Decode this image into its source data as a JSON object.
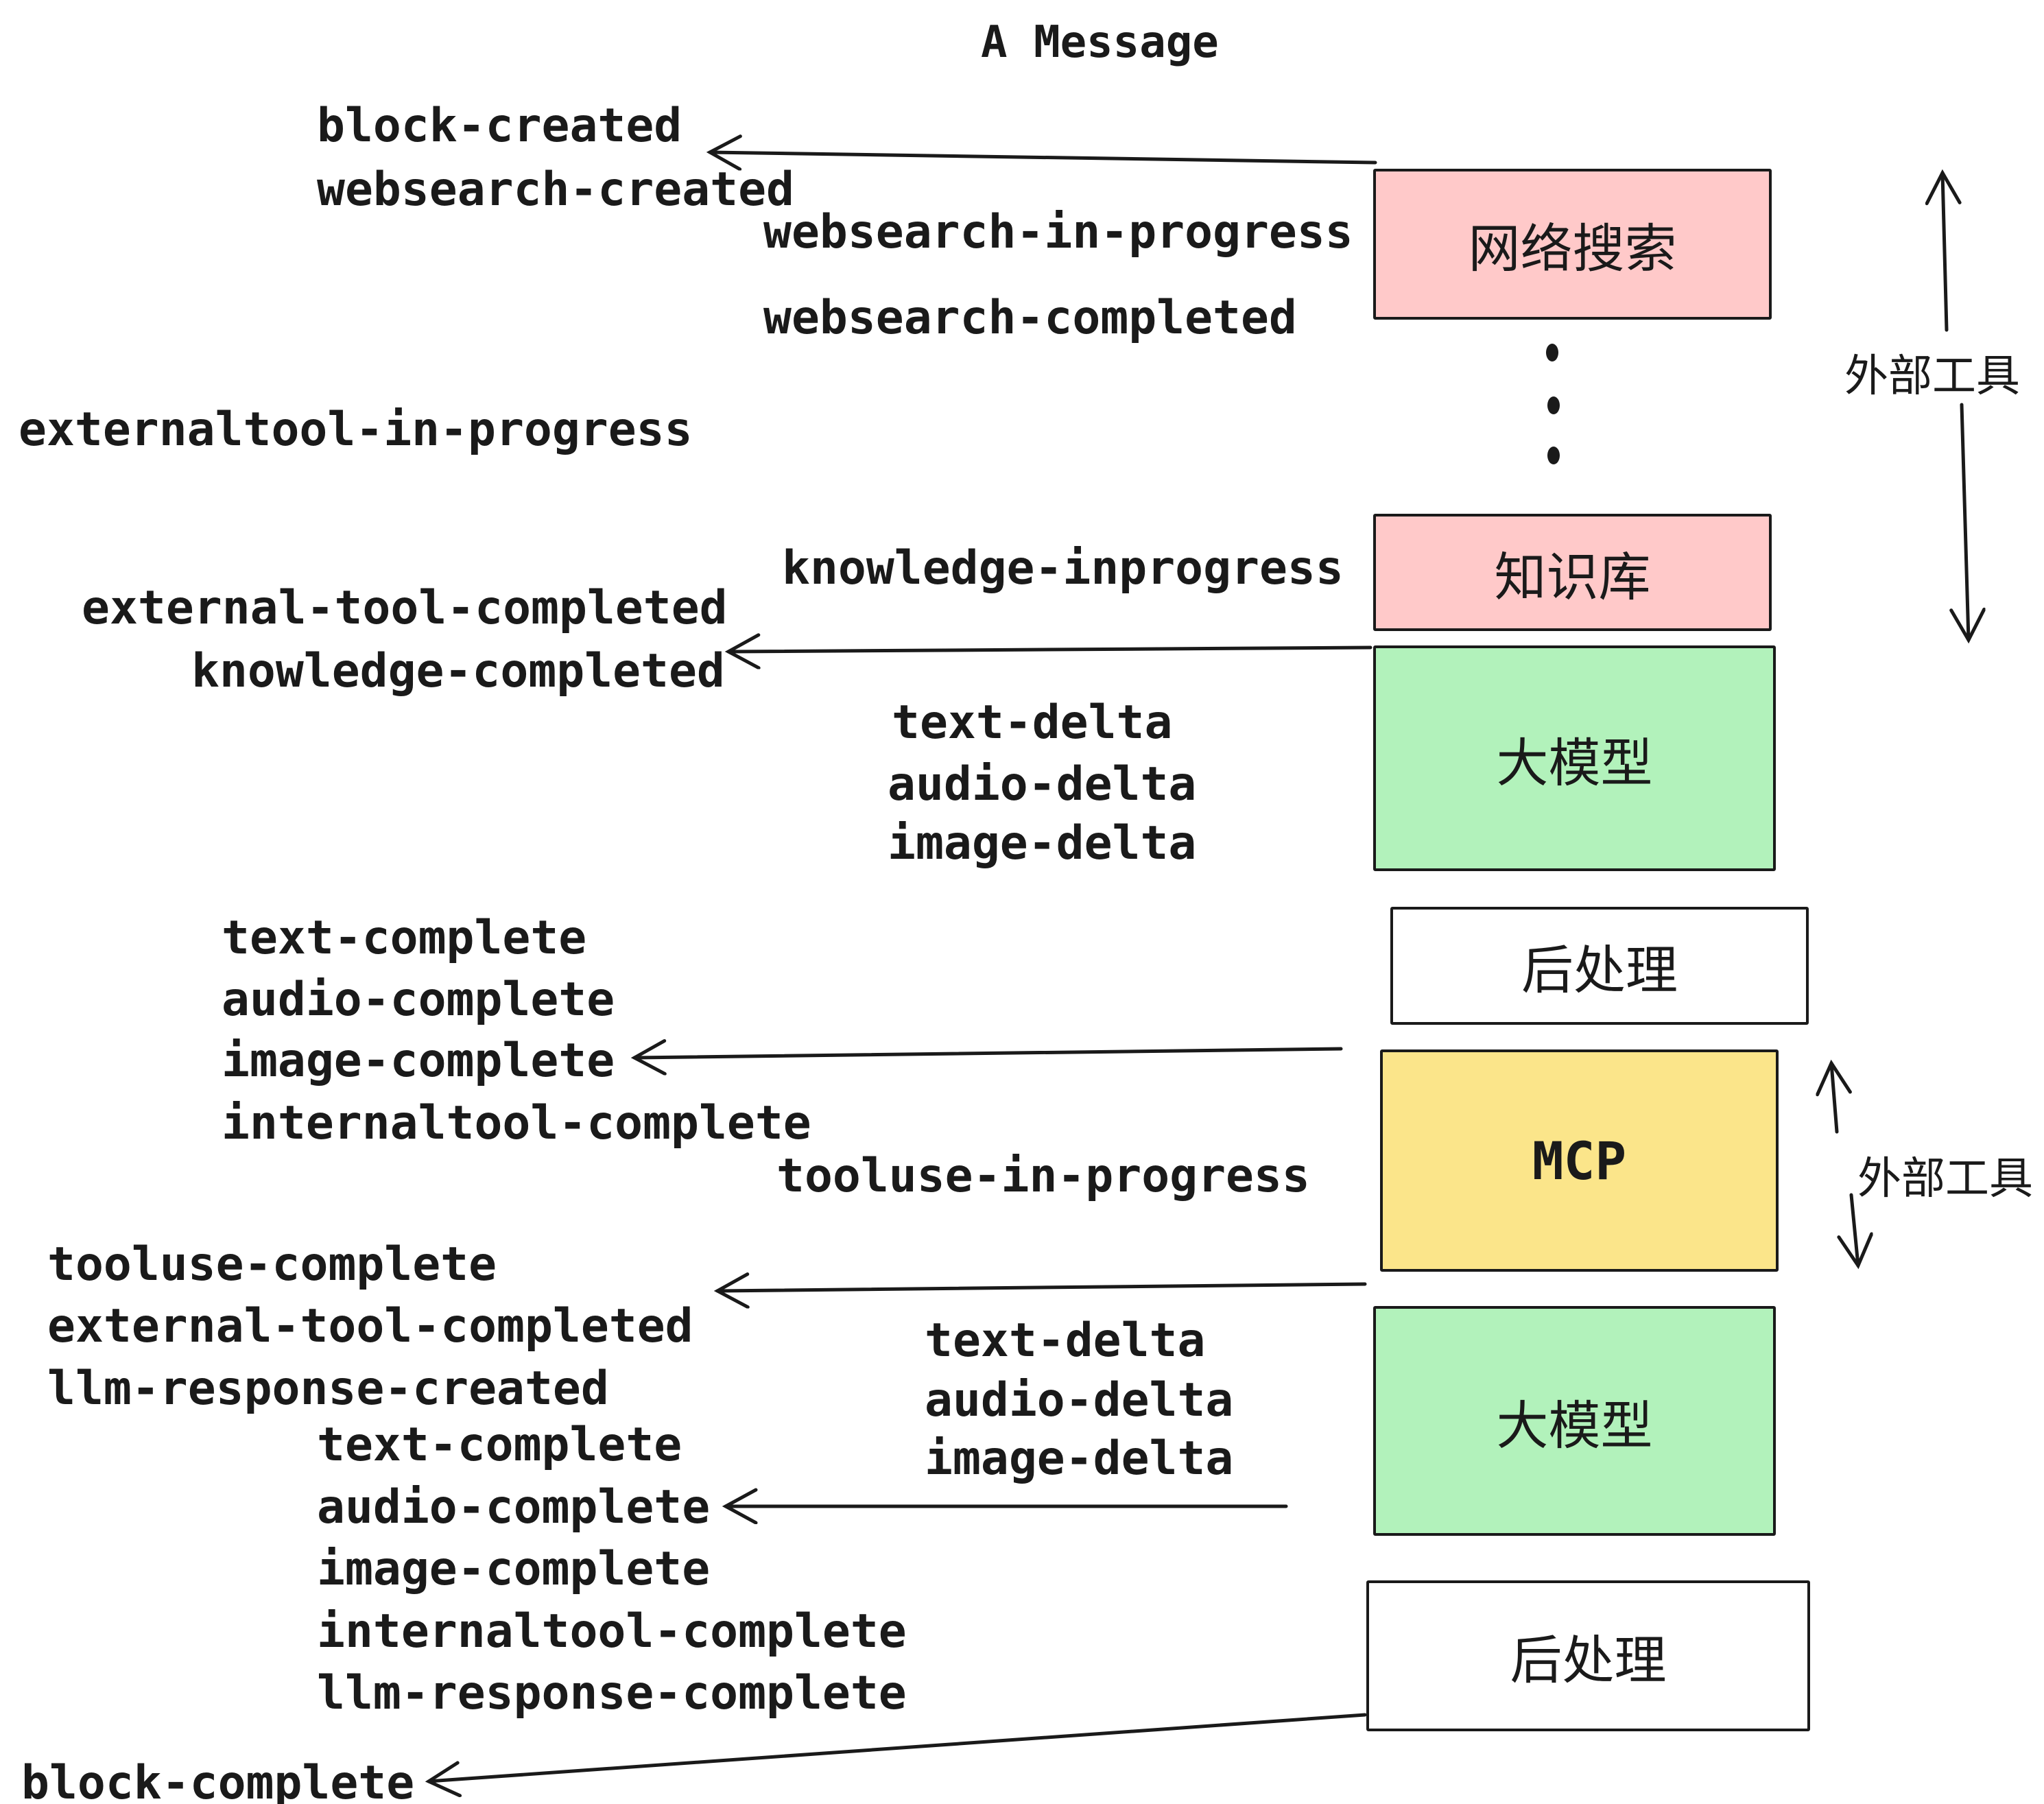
{
  "title": "A Message",
  "labels": [
    {
      "text": "block-created"
    },
    {
      "text": "websearch-created"
    },
    {
      "text": "websearch-in-progress"
    },
    {
      "text": "websearch-completed"
    },
    {
      "text": "externaltool-in-progress"
    },
    {
      "text": "knowledge-inprogress"
    },
    {
      "text": "external-tool-completed"
    },
    {
      "text": "knowledge-completed"
    },
    {
      "text": "text-delta"
    },
    {
      "text": "audio-delta"
    },
    {
      "text": "image-delta"
    },
    {
      "text": "text-complete"
    },
    {
      "text": "audio-complete"
    },
    {
      "text": "image-complete"
    },
    {
      "text": "internaltool-complete"
    },
    {
      "text": "tooluse-in-progress"
    },
    {
      "text": "tooluse-complete"
    },
    {
      "text": "external-tool-completed"
    },
    {
      "text": "llm-response-created"
    },
    {
      "text": "text-complete"
    },
    {
      "text": "audio-complete"
    },
    {
      "text": "image-complete"
    },
    {
      "text": "internaltool-complete"
    },
    {
      "text": "llm-response-complete"
    },
    {
      "text": "text-delta"
    },
    {
      "text": "audio-delta"
    },
    {
      "text": "image-delta"
    },
    {
      "text": "block-complete"
    }
  ],
  "boxes": [
    {
      "label": "网络搜索",
      "fill": "#ffc9c9"
    },
    {
      "label": "知识库",
      "fill": "#ffc9c9"
    },
    {
      "label": "大模型",
      "fill": "#b2f2bb"
    },
    {
      "label": "后处理",
      "fill": "#ffffff"
    },
    {
      "label": "MCP",
      "fill": "#fbe58a"
    },
    {
      "label": "大模型",
      "fill": "#b2f2bb"
    },
    {
      "label": "后处理",
      "fill": "#ffffff"
    }
  ],
  "side_labels": [
    {
      "text": "外部工具"
    },
    {
      "text": "外部工具"
    }
  ],
  "colors": {
    "ink": "#1a1a1a",
    "paper": "#ffffff",
    "pink": "#ffc9c9",
    "green": "#b2f2bb",
    "yellow": "#fbe58a"
  }
}
